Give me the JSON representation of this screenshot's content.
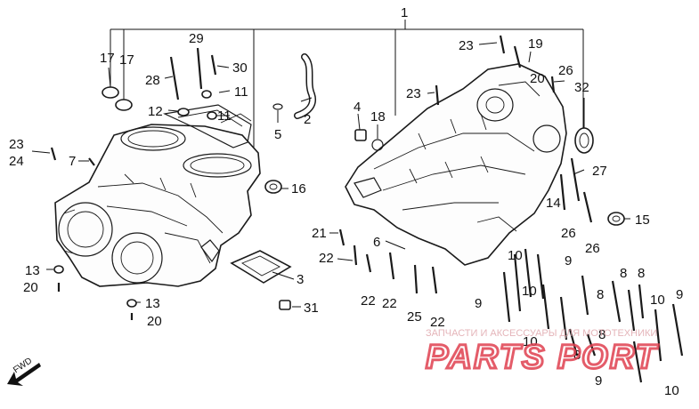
{
  "diagram": {
    "callouts": [
      {
        "id": "1",
        "text": "1"
      },
      {
        "id": "2",
        "text": "2"
      },
      {
        "id": "3",
        "text": "3"
      },
      {
        "id": "4",
        "text": "4"
      },
      {
        "id": "5",
        "text": "5"
      },
      {
        "id": "6",
        "text": "6"
      },
      {
        "id": "7",
        "text": "7"
      },
      {
        "id": "8a",
        "text": "8"
      },
      {
        "id": "8b",
        "text": "8"
      },
      {
        "id": "8c",
        "text": "8"
      },
      {
        "id": "8d",
        "text": "8"
      },
      {
        "id": "8e",
        "text": "8"
      },
      {
        "id": "9a",
        "text": "9"
      },
      {
        "id": "9b",
        "text": "9"
      },
      {
        "id": "9c",
        "text": "9"
      },
      {
        "id": "9d",
        "text": "9"
      },
      {
        "id": "10a",
        "text": "10"
      },
      {
        "id": "10b",
        "text": "10"
      },
      {
        "id": "10c",
        "text": "10"
      },
      {
        "id": "10d",
        "text": "10"
      },
      {
        "id": "10e",
        "text": "10"
      },
      {
        "id": "11a",
        "text": "11"
      },
      {
        "id": "11b",
        "text": "11"
      },
      {
        "id": "12",
        "text": "12"
      },
      {
        "id": "13a",
        "text": "13"
      },
      {
        "id": "13b",
        "text": "13"
      },
      {
        "id": "14",
        "text": "14"
      },
      {
        "id": "15",
        "text": "15"
      },
      {
        "id": "16",
        "text": "16"
      },
      {
        "id": "17a",
        "text": "17"
      },
      {
        "id": "17b",
        "text": "17"
      },
      {
        "id": "18",
        "text": "18"
      },
      {
        "id": "19",
        "text": "19"
      },
      {
        "id": "20a",
        "text": "20"
      },
      {
        "id": "20b",
        "text": "20"
      },
      {
        "id": "20c",
        "text": "20"
      },
      {
        "id": "21",
        "text": "21"
      },
      {
        "id": "22a",
        "text": "22"
      },
      {
        "id": "22b",
        "text": "22"
      },
      {
        "id": "22c",
        "text": "22"
      },
      {
        "id": "22d",
        "text": "22"
      },
      {
        "id": "23a",
        "text": "23"
      },
      {
        "id": "23b",
        "text": "23"
      },
      {
        "id": "23c",
        "text": "23"
      },
      {
        "id": "24",
        "text": "24"
      },
      {
        "id": "25",
        "text": "25"
      },
      {
        "id": "26a",
        "text": "26"
      },
      {
        "id": "26b",
        "text": "26"
      },
      {
        "id": "26c",
        "text": "26"
      },
      {
        "id": "27",
        "text": "27"
      },
      {
        "id": "28",
        "text": "28"
      },
      {
        "id": "29",
        "text": "29"
      },
      {
        "id": "30",
        "text": "30"
      },
      {
        "id": "31",
        "text": "31"
      },
      {
        "id": "32",
        "text": "32"
      }
    ],
    "direction_label": "FWD",
    "watermark": {
      "caption": "ЗАПЧАСТИ И АКСЕССУАРЫ ДЛЯ МОТОТЕХНИКИ",
      "logo": "PARTS PORT"
    }
  }
}
